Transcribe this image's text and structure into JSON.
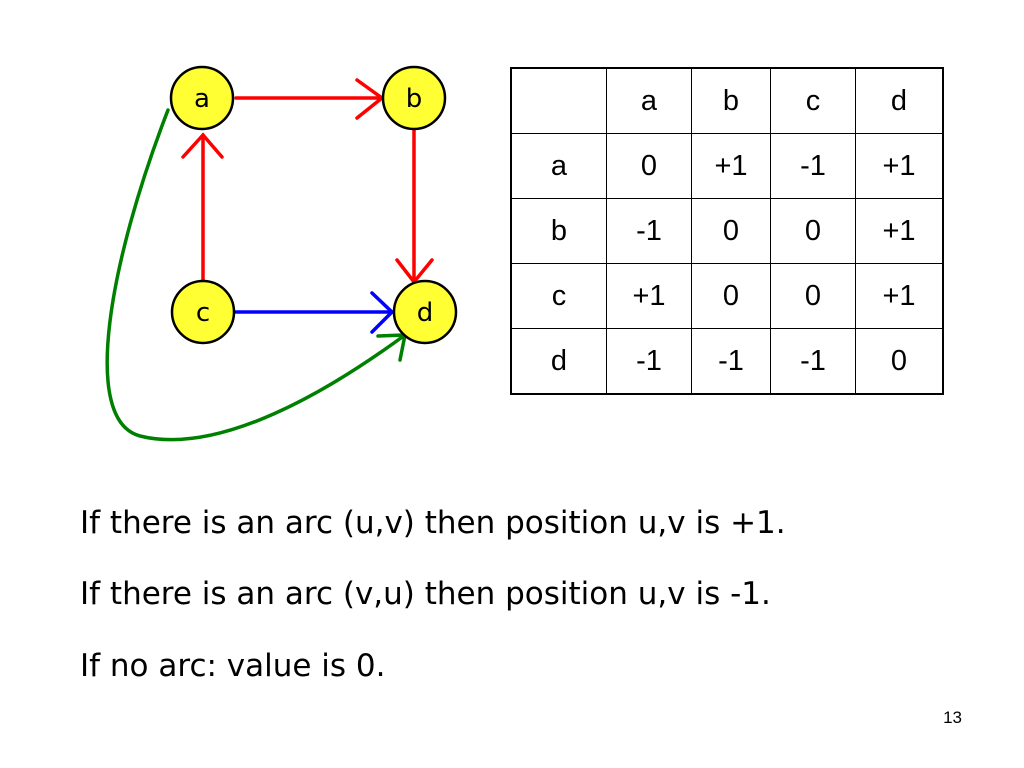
{
  "graph": {
    "nodes": [
      "a",
      "b",
      "c",
      "d"
    ],
    "arcs": [
      {
        "from": "a",
        "to": "b",
        "color": "#ff0000"
      },
      {
        "from": "b",
        "to": "d",
        "color": "#ff0000"
      },
      {
        "from": "c",
        "to": "a",
        "color": "#ff0000"
      },
      {
        "from": "c",
        "to": "d",
        "color": "#0000ff"
      },
      {
        "from": "a",
        "to": "d",
        "color": "#008000"
      }
    ],
    "node_fill": "#ffff33"
  },
  "matrix": {
    "headers": [
      "",
      "a",
      "b",
      "c",
      "d"
    ],
    "rows": [
      [
        "a",
        "0",
        "+1",
        "-1",
        "+1"
      ],
      [
        "b",
        "-1",
        "0",
        "0",
        "+1"
      ],
      [
        "c",
        "+1",
        "0",
        "0",
        "+1"
      ],
      [
        "d",
        "-1",
        "-1",
        "-1",
        "0"
      ]
    ]
  },
  "rules": [
    "If there is an arc (u,v) then position u,v is +1.",
    "If there is an arc (v,u) then position u,v is -1.",
    "If no arc: value is 0."
  ],
  "page_number": "13"
}
